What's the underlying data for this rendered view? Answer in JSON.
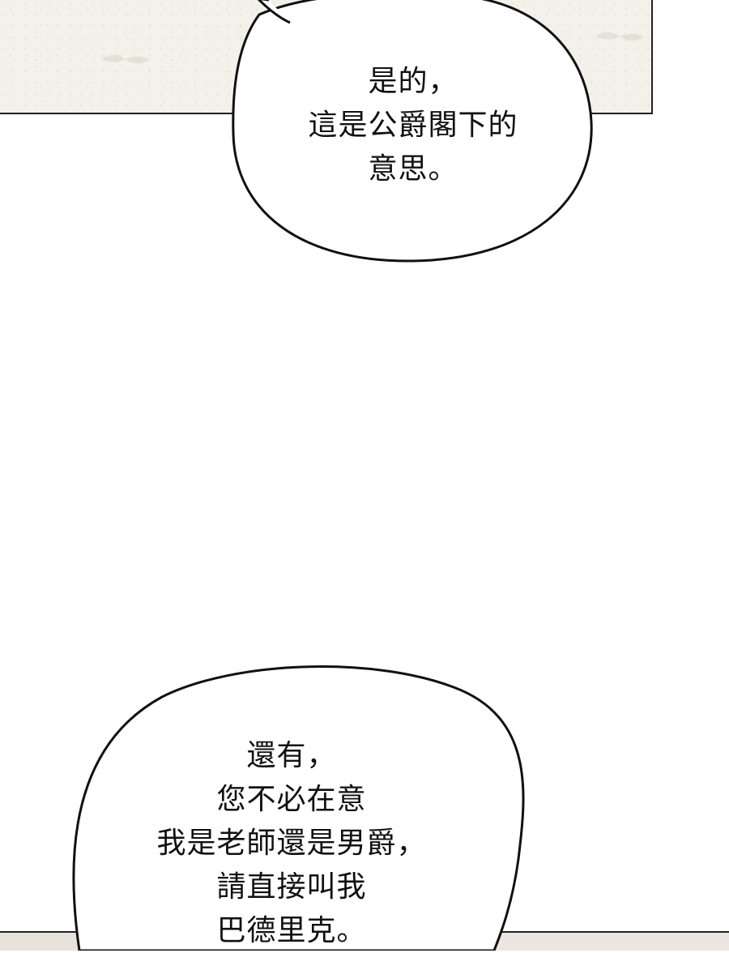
{
  "bubbles": [
    {
      "lines": [
        "是的，",
        "這是公爵閣下的",
        "意思。"
      ]
    },
    {
      "lines": [
        "還有，",
        "您不必在意",
        "我是老師還是男爵，",
        "請直接叫我",
        "巴德里克。"
      ]
    }
  ],
  "colors": {
    "panel_bg": "#f3f1ea",
    "bubble_fill": "#ffffff",
    "outline": "#111111"
  }
}
